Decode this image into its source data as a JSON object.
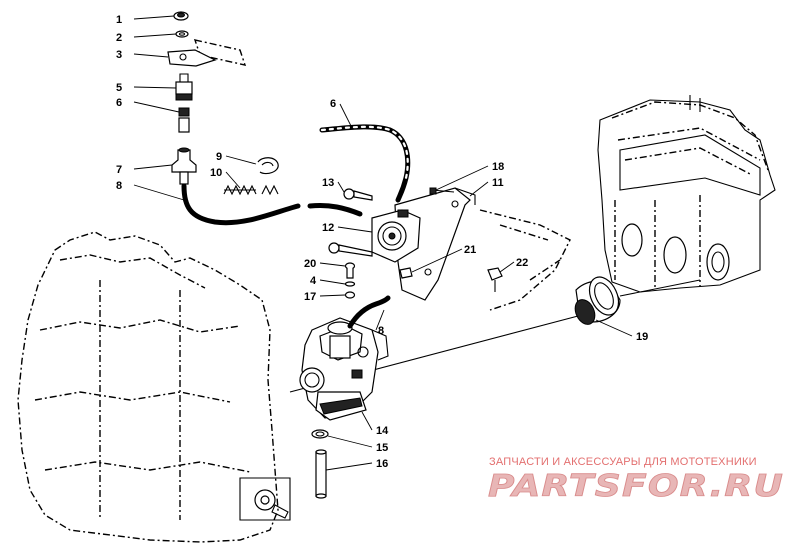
{
  "callouts": {
    "c1": "1",
    "c2": "2",
    "c3": "3",
    "c5": "5",
    "c6a": "6",
    "c7": "7",
    "c8a": "8",
    "c9": "9",
    "c10": "10",
    "c6b": "6",
    "c13": "13",
    "c12": "12",
    "c20": "20",
    "c4": "4",
    "c17": "17",
    "c18": "18",
    "c11": "11",
    "c21": "21",
    "c22": "22",
    "c19": "19",
    "c8b": "8",
    "c14": "14",
    "c15": "15",
    "c16": "16"
  },
  "watermark": {
    "caption": "ЗАПЧАСТИ И АКСЕССУАРЫ ДЛЯ МОТОТЕХНИКИ",
    "logo": "PARTSFOR.RU"
  }
}
